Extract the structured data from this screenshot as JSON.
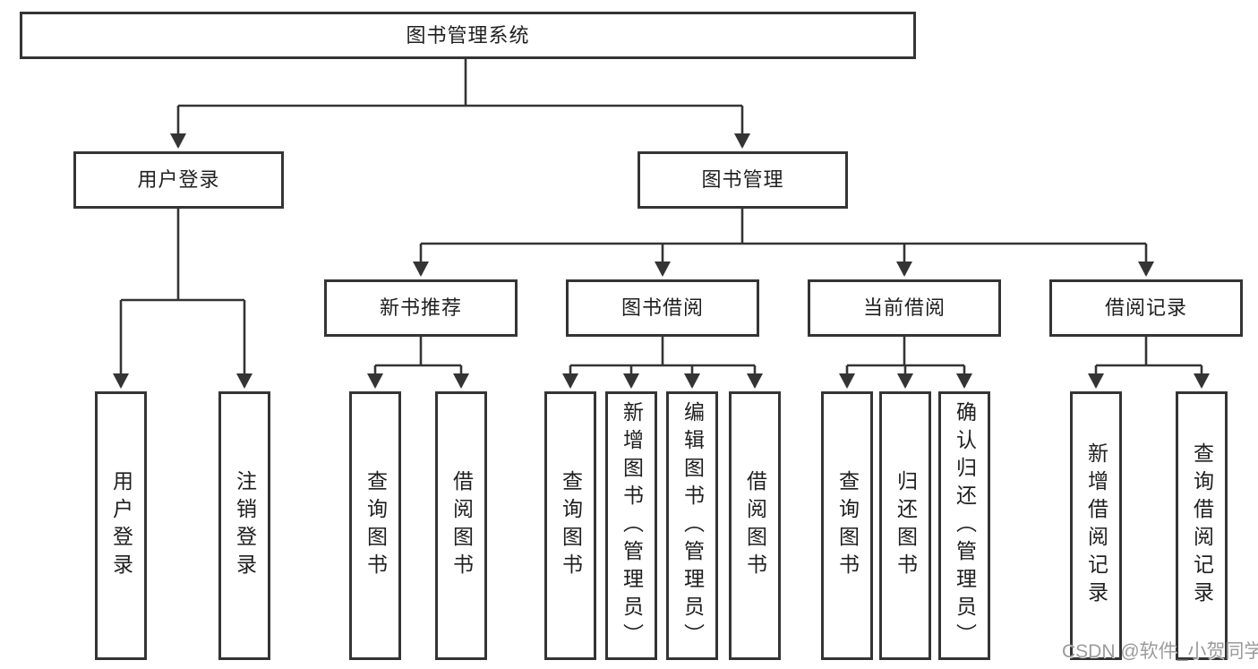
{
  "diagram": {
    "title_node": {
      "label": "图书管理系统"
    },
    "level2": [
      {
        "label": "用户登录"
      },
      {
        "label": "图书管理"
      }
    ],
    "level3": [
      {
        "label": "新书推荐"
      },
      {
        "label": "图书借阅"
      },
      {
        "label": "当前借阅"
      },
      {
        "label": "借阅记录"
      }
    ],
    "leaves": {
      "user_login": [
        {
          "label": "用户登录"
        },
        {
          "label": "注销登录"
        }
      ],
      "recommend": [
        {
          "label": "查询图书"
        },
        {
          "label": "借阅图书"
        }
      ],
      "borrowing": [
        {
          "label": "查询图书"
        },
        {
          "label": "新增图书（管理员）"
        },
        {
          "label": "编辑图书（管理员）"
        },
        {
          "label": "借阅图书"
        }
      ],
      "current": [
        {
          "label": "查询图书"
        },
        {
          "label": "归还图书"
        },
        {
          "label": "确认归还（管理员）"
        }
      ],
      "records": [
        {
          "label": "新增借阅记录"
        },
        {
          "label": "查询借阅记录"
        }
      ]
    }
  },
  "watermark": {
    "text": "CSDN @软件_小贺同学"
  },
  "colors": {
    "line": "#343434",
    "text": "#1f1f1f",
    "background": "#ffffff",
    "watermark": "#9b9b9b"
  }
}
